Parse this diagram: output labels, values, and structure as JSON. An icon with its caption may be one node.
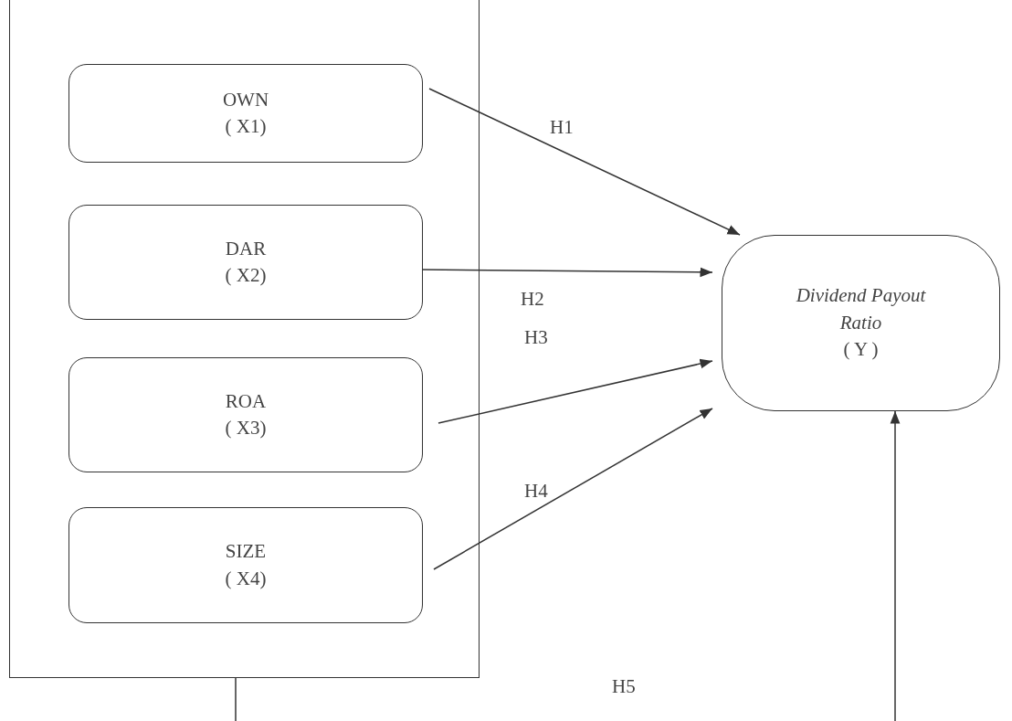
{
  "diagram": {
    "nodes": [
      {
        "text": [],
        "shape": "box"
      },
      {
        "text": [
          "OWN",
          "( X1)"
        ],
        "in": 0
      },
      {
        "text": [
          "DAR",
          "( X2)"
        ],
        "in": 0
      },
      {
        "text": [
          "ROA",
          "( X3)"
        ],
        "in": 0
      },
      {
        "text": [
          "SIZE",
          "( X4)"
        ],
        "in": 0
      },
      {
        "text": [
          "Dividend Payout Ratio",
          "( Y )"
        ]
      }
    ],
    "edges": [
      {
        "from": 1,
        "to": 5,
        "arrow": "to",
        "label": "H1"
      },
      {
        "from": 2,
        "to": 5,
        "arrow": "to",
        "label": "H2"
      },
      {
        "from": 3,
        "to": 5,
        "arrow": "to",
        "label": "H3"
      },
      {
        "from": 4,
        "to": 5,
        "arrow": "to",
        "label": "H4"
      },
      {
        "from": 0,
        "to": null,
        "arrow": "none"
      },
      {
        "from": null,
        "to": 5,
        "arrow": "to"
      }
    ],
    "labels": [
      "H5"
    ]
  }
}
